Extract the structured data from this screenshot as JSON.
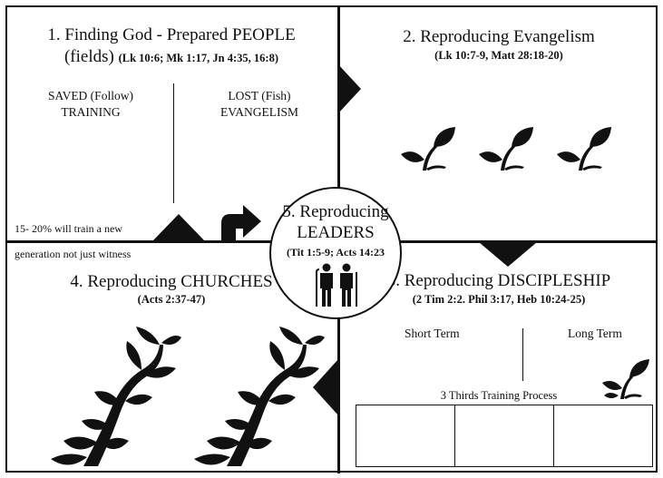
{
  "quadrant1": {
    "title_line1": "1. Finding God - Prepared PEOPLE",
    "title_line2_a": "(fields) ",
    "title_line2_refs": "(Lk 10:6; Mk 1:17, Jn 4:35, 16:8)",
    "left_line1": "SAVED (Follow)",
    "left_line2": "TRAINING",
    "right_line1": "LOST (Fish)",
    "right_line2": "EVANGELISM",
    "note_line1": "15- 20% will train a new",
    "note_line2": "generation not just witness"
  },
  "quadrant2": {
    "title": "2. Reproducing Evangelism",
    "refs": "(Lk 10:7-9, Matt 28:18-20)"
  },
  "quadrant3": {
    "title": "3. Reproducing DISCIPLESHIP",
    "refs": "(2 Tim 2:2. Phil 3:17, Heb 10:24-25)",
    "left_label": "Short Term",
    "right_label": "Long Term",
    "process_label": "3 Thirds Training Process",
    "table_cells": [
      "",
      "",
      ""
    ]
  },
  "quadrant4": {
    "title": "4. Reproducing CHURCHES",
    "refs": "(Acts 2:37-47)"
  },
  "center": {
    "title_line1": "5. Reproducing",
    "title_line2": "LEADERS",
    "refs": "(Tit 1:5-9; Acts 14:23"
  },
  "icons": {
    "sprout": "sprout-icon",
    "vine": "vine-icon",
    "leaders": "leaders-icon",
    "arrow": "turn-arrow-icon"
  },
  "colors": {
    "ink": "#111111",
    "background": "#ffffff"
  }
}
